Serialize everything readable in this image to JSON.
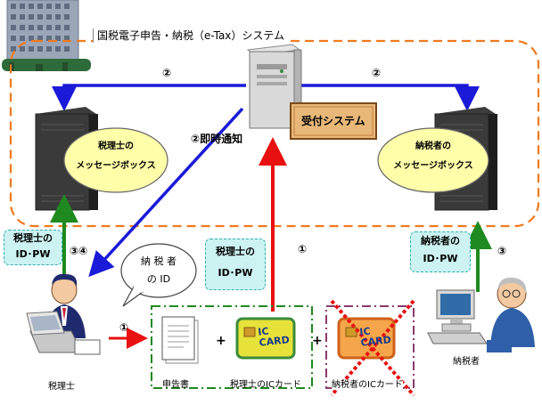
{
  "system_title": "国税電子申告・納税（e-Tax）システム",
  "reception_system": "受付システム",
  "tax_accountant_mailbox": {
    "line1": "税理士の",
    "line2": "メッセージボックス"
  },
  "taxpayer_mailbox": {
    "line1": "納税者の",
    "line2": "メッセージボックス"
  },
  "immediate_notice": "②即時通知",
  "step_labels": {
    "left_arrow": "②",
    "right_arrow": "②",
    "tax_accountant_login": "③④",
    "taxpayer_login": "③",
    "submit_center": "①",
    "submit_left": "①"
  },
  "tax_accountant_idpw_left": {
    "line1": "税理士の",
    "line2": "ID･PW"
  },
  "tax_accountant_idpw_center": {
    "line1": "税理士の",
    "line2": "ID･PW"
  },
  "taxpayer_idpw": {
    "line1": "納税者の",
    "line2": "ID･PW"
  },
  "speech_bubble": {
    "line1": "納 税 者",
    "line2": "の ID"
  },
  "plus_signs": [
    "+",
    "+"
  ],
  "card_text": {
    "line1": "IC",
    "line2": "CARD"
  },
  "labels": {
    "tax_accountant": "税理士",
    "taxpayer": "納税者",
    "return_document": "申告書",
    "tax_accountant_ic_card": "税理士のICカード",
    "taxpayer_ic_card": "納税者のICカード"
  },
  "colors": {
    "orange_dash": "#f07a1e",
    "blue_arrow": "#1a1ad8",
    "red_arrow": "#e81010",
    "green_arrow": "#1f8a1f",
    "idbox_fill": "#ccf2f2",
    "mailbox_fill": "#ffffaa",
    "reception_fill": "#e8b878"
  }
}
